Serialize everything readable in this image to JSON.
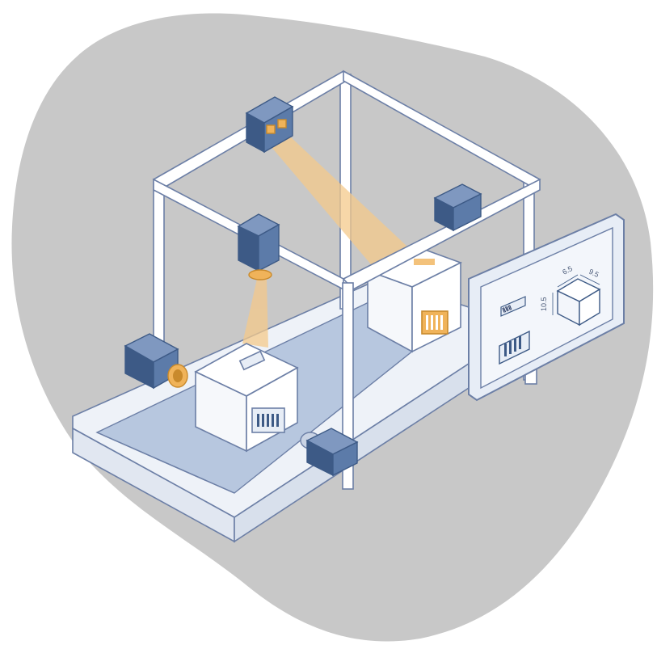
{
  "illustration": {
    "subject": "conveyor-dimensioning-and-barcode-scanning-station",
    "colors": {
      "blob": "#c8c8c8",
      "frame": "#ffffff",
      "outline": "#6c7fa6",
      "belt": "#b7c7df",
      "camera": "#5c7ba9",
      "camera_dark": "#3d5a86",
      "accent": "#f0b35a",
      "beam": "#f4c98b",
      "box": "#ffffff",
      "screen": "#e7edf6"
    },
    "icons": [
      "camera-icon",
      "barcode-icon",
      "package-icon",
      "light-beam-icon",
      "monitor-icon"
    ]
  },
  "monitor": {
    "label_tag": "ⅡⅡⅡ",
    "dimensions": {
      "depth": "6.5",
      "width": "9.5",
      "height": "10.5"
    }
  }
}
